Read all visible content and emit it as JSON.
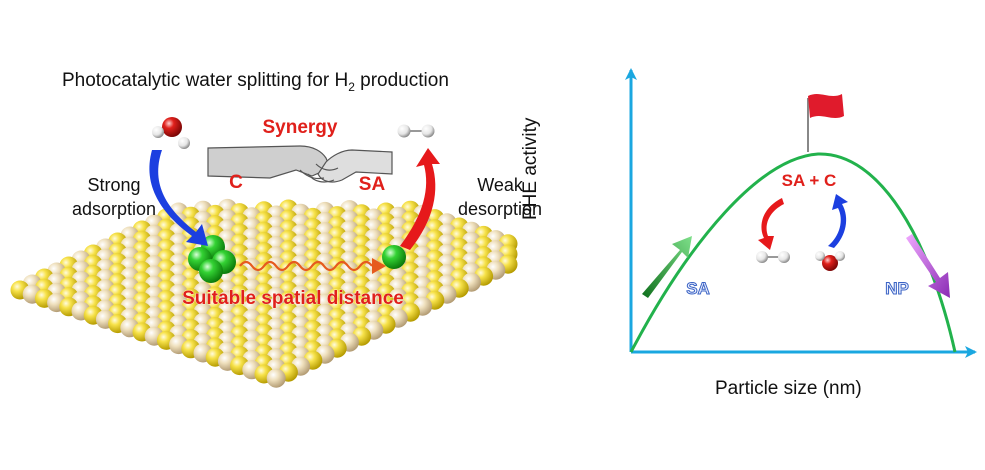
{
  "left_panel": {
    "title_prefix": "Photocatalytic water splitting for H",
    "title_subscript": "2",
    "title_suffix": " production",
    "left_caption_line1": "Strong",
    "left_caption_line2": "adsorption",
    "right_caption_line1": "Weak",
    "right_caption_line2": "desorption",
    "synergy_label": "Synergy",
    "c_label": "C",
    "sa_label": "SA",
    "distance_label": "Suitable spatial distance"
  },
  "right_panel": {
    "y_axis_label": "PHE activity",
    "x_axis_label": "Particle size (nm)",
    "peak_label": "SA + C",
    "left_region_label": "SA",
    "right_region_label": "NP"
  },
  "colors": {
    "axis": "#1aa7e0",
    "curve": "#22b24c",
    "red_label": "#e0201b",
    "region_label": "#3b63c4",
    "gold_atom": "#f4dc18",
    "beige_atom": "#eddcb4",
    "green_atom": "#2fc42f",
    "blue_arrow": "#1c3fe0",
    "red_arrow": "#e6191b",
    "purple_arrow": "#b44fd6",
    "flag": "#e01b2c"
  }
}
